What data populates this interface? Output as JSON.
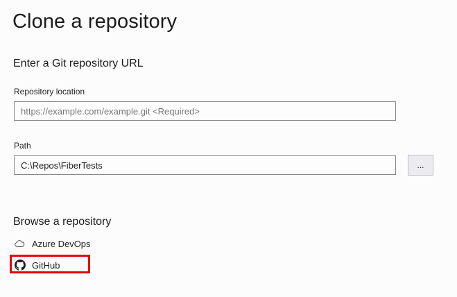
{
  "dialog": {
    "title": "Clone a repository"
  },
  "url_section": {
    "heading": "Enter a Git repository URL",
    "fields": [
      {
        "label": "Repository location",
        "value": "",
        "placeholder": "https://example.com/example.git <Required>"
      },
      {
        "label": "Path",
        "value": "C:\\Repos\\FiberTests",
        "placeholder": ""
      }
    ],
    "browse_button_label": "..."
  },
  "browse_section": {
    "heading": "Browse a repository",
    "sources": [
      {
        "label": "Azure DevOps",
        "icon": "cloud-icon"
      },
      {
        "label": "GitHub",
        "icon": "github-icon"
      }
    ]
  },
  "annotation": {
    "highlight_color": "#E8000D",
    "target": "GitHub"
  },
  "colors": {
    "background": "#FCFCFC",
    "text": "#1F1F1F",
    "placeholder": "#767676",
    "input_border": "#8A8886",
    "button_face": "#ECECF0",
    "button_border": "#BFBFBF"
  }
}
